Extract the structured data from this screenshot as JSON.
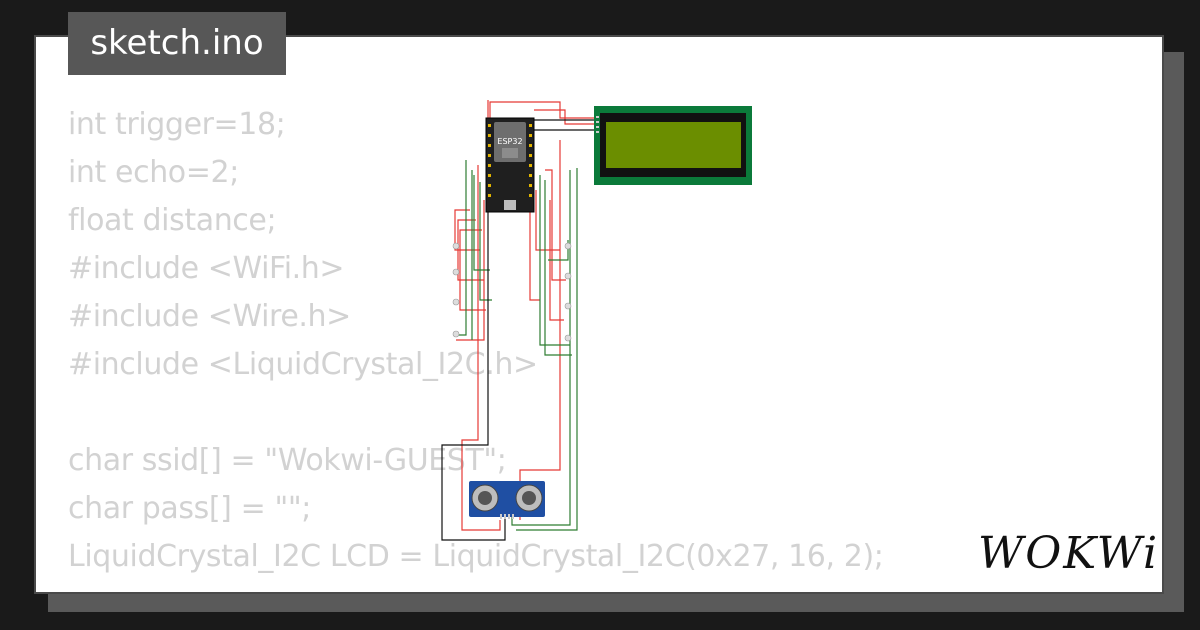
{
  "tab": {
    "title": "sketch.ino"
  },
  "code": {
    "lines": [
      "int trigger=18;",
      "int echo=2;",
      "float distance;",
      "#include <WiFi.h>",
      "#include <Wire.h>",
      "#include <LiquidCrystal_I2C.h>",
      "",
      "char ssid[] = \"Wokwi-GUEST\";",
      "char pass[] = \"\";",
      "LiquidCrystal_I2C LCD = LiquidCrystal_I2C(0x27, 16, 2);"
    ]
  },
  "diagram": {
    "board_label": "ESP32",
    "wire_colors": {
      "red": "#e53935",
      "green": "#2e7d32",
      "black": "#111111"
    }
  },
  "brand": {
    "logo_text": "WOKWi"
  }
}
